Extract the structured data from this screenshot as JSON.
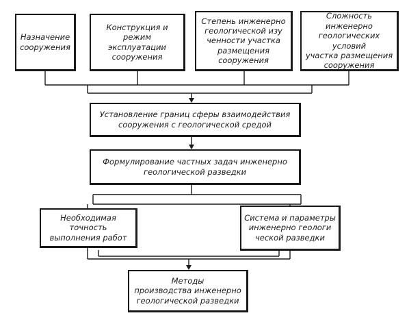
{
  "boxes": {
    "purpose": "Назначение\nсооружения",
    "construction": "Конструкция и\nрежим эксплуатации\nсооружения",
    "study_degree": "Степень инженерно\nгеологической изу\nченности участка\nразмещения сооружения",
    "complexity": "Сложность инженерно\nгеологических условий\nучастка размещения\nсооружения",
    "boundaries": "Установление границ сферы взаимодействия\nсооружения с геологической средой",
    "tasks": "Формулирование частных задач инженерно\nгеологической разведки",
    "accuracy": "Необходимая точность\nвыполнения работ",
    "system": "Система и параметры\nинженерно геологи\nческой разведки",
    "methods": "Методы\nпроизводства инженерно\nгеологической разведки"
  }
}
